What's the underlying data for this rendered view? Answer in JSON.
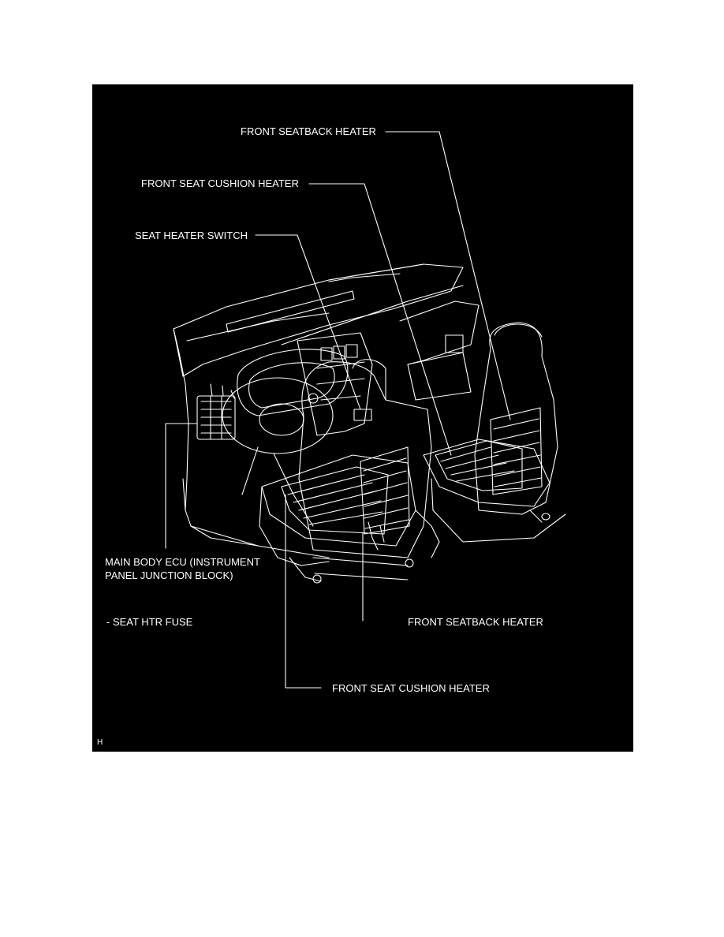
{
  "diagram": {
    "labels": {
      "front_seatback_heater_top": "FRONT SEATBACK HEATER",
      "front_seat_cushion_heater_top": "FRONT SEAT CUSHION HEATER",
      "seat_heater_switch": "SEAT HEATER SWITCH",
      "main_body_ecu": "MAIN BODY ECU (INSTRUMENT PANEL JUNCTION BLOCK)",
      "seat_htr_fuse": "- SEAT HTR FUSE",
      "front_seatback_heater_bottom": "FRONT SEATBACK HEATER",
      "front_seat_cushion_heater_bottom": "FRONT SEAT CUSHION HEATER"
    },
    "corner_code": "H",
    "colors": {
      "background": "#000000",
      "linework": "#ffffff"
    }
  }
}
